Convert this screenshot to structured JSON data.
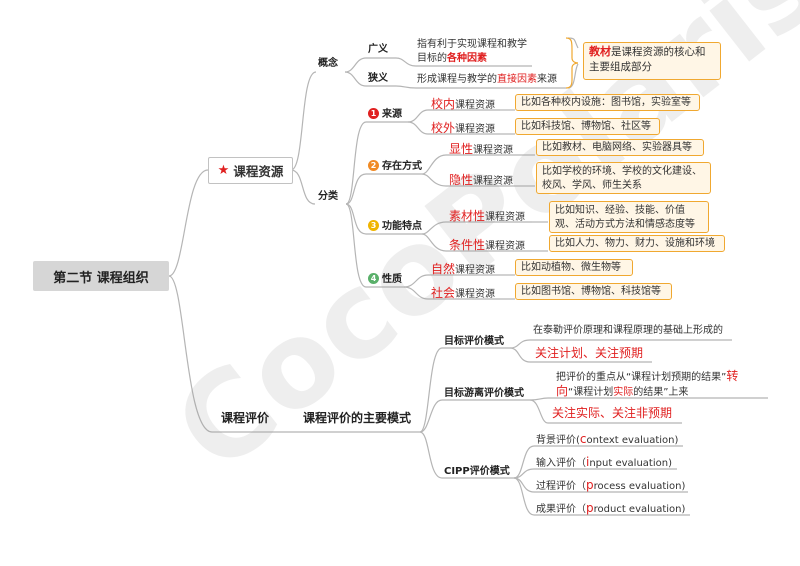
{
  "root": "第二节  课程组织",
  "resources": {
    "title": "课程资源",
    "concept": "概念",
    "broad": "广义",
    "broad_text_1": "指有利于实现课程和教学",
    "broad_text_2a": "目标的",
    "broad_text_2b": "各种因素",
    "narrow": "狭义",
    "narrow_text_a": "形成课程与教学的",
    "narrow_text_b": "直接因素",
    "narrow_text_c": "来源",
    "textbook_box_a": "教材",
    "textbook_box_b": "是课程资源的核心和",
    "textbook_box_c": "主要组成部分",
    "classify": "分类",
    "source": {
      "num": "1",
      "label": "来源",
      "items": [
        {
          "red": "校内",
          "rest": "课程资源",
          "note": "比如各种校内设施：图书馆，实验室等"
        },
        {
          "red": "校外",
          "rest": "课程资源",
          "note": "比如科技馆、博物馆、社区等"
        }
      ]
    },
    "form": {
      "num": "2",
      "label": "存在方式",
      "items": [
        {
          "red": "显性",
          "rest": "课程资源",
          "note": "比如教材、电脑网络、实验器具等"
        },
        {
          "red": "隐性",
          "rest": "课程资源",
          "note": "比如学校的环境、学校的文化建设、",
          "note2": "校风、学风、师生关系"
        }
      ]
    },
    "function": {
      "num": "3",
      "label": "功能特点",
      "items": [
        {
          "red": "素材性",
          "rest": "课程资源",
          "note": "比如知识、经验、技能、价值",
          "note2": "观、活动方式方法和情感态度等"
        },
        {
          "red": "条件性",
          "rest": "课程资源",
          "note": "比如人力、物力、财力、设施和环境"
        }
      ]
    },
    "nature": {
      "num": "4",
      "label": "性质",
      "items": [
        {
          "red": "自然",
          "rest": "课程资源",
          "note": "比如动植物、微生物等"
        },
        {
          "red": "社会",
          "rest": "课程资源",
          "note": "比如图书馆、博物馆、科技馆等"
        }
      ]
    }
  },
  "evaluation": {
    "title": "课程评价",
    "main_modes": "课程评价的主要模式",
    "goal": {
      "label": "目标评价模式",
      "desc": "在泰勒评价原理和课程原理的基础上形成的",
      "key": "关注计划、关注预期"
    },
    "free": {
      "label": "目标游离评价模式",
      "desc1a": "把评价的重点从“课程计划预期的结果”",
      "desc1b": "转",
      "desc2a": "向",
      "desc2b": "“课程计划",
      "desc2c": "实际",
      "desc2d": "的结果”上来",
      "key": "关注实际、关注非预期"
    },
    "cipp": {
      "label": "CIPP评价模式",
      "items": [
        {
          "pre": "背景评价(",
          "red": "c",
          "post": "ontext evaluation)"
        },
        {
          "pre": "输入评价（",
          "red": "i",
          "post": "nput evaluation)"
        },
        {
          "pre": "过程评价（",
          "red": "p",
          "post": "rocess evaluation)"
        },
        {
          "pre": "成果评价（",
          "red": "p",
          "post": "roduct evaluation)"
        }
      ]
    }
  },
  "watermark": "CocoPolaris",
  "colors": {
    "red": "#e02020",
    "box_bg": "#fff6e6",
    "box_border": "#f0a830",
    "num1": "#e02020",
    "num2": "#f08a24",
    "num3": "#f0b400",
    "num4": "#5ab06a",
    "line": "#b5b5b5"
  }
}
